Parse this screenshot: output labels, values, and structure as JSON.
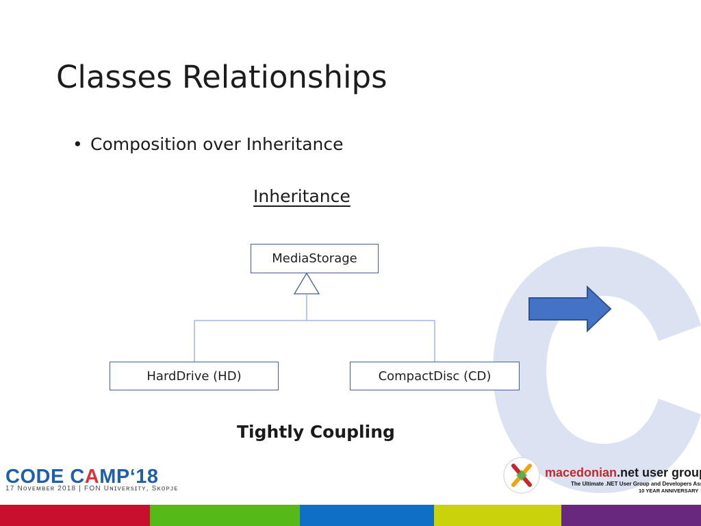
{
  "slide": {
    "title": "Classes Relationships",
    "bullet": "Composition over Inheritance",
    "diagram_heading": "Inheritance",
    "footer_caption": "Tightly Coupling"
  },
  "diagram": {
    "parent": "MediaStorage",
    "children": [
      "HardDrive (HD)",
      "CompactDisc (CD)"
    ],
    "relationship": "inheritance"
  },
  "icons": {
    "bullet": "bullet-dot",
    "arrow": "right-arrow-icon",
    "watermark": "letter-c-watermark"
  },
  "branding": {
    "codecamp_prefix": "CODE C",
    "codecamp_accent": "A",
    "codecamp_suffix": "MP‘18",
    "codecamp_sub": "17 Nᴏᴠᴇᴍʙᴇʀ 2018 | FON Uɴɪᴠᴇʀsɪᴛʏ, Sᴋᴏᴘᴊᴇ",
    "usergroup_red": "macedonian",
    "usergroup_black": ".net user group",
    "usergroup_tagline": "The Ultimate .NET User Group and Developers Association",
    "usergroup_anniversary": "10 YEAR ANNIVERSARY"
  },
  "colors": {
    "accent_blue": "#4472c4",
    "box_border": "#41608f",
    "watermark": "#dbe3f3",
    "bar": [
      "#c8102e",
      "#55b918",
      "#0f6fc6",
      "#c9d20a",
      "#68297d"
    ]
  }
}
